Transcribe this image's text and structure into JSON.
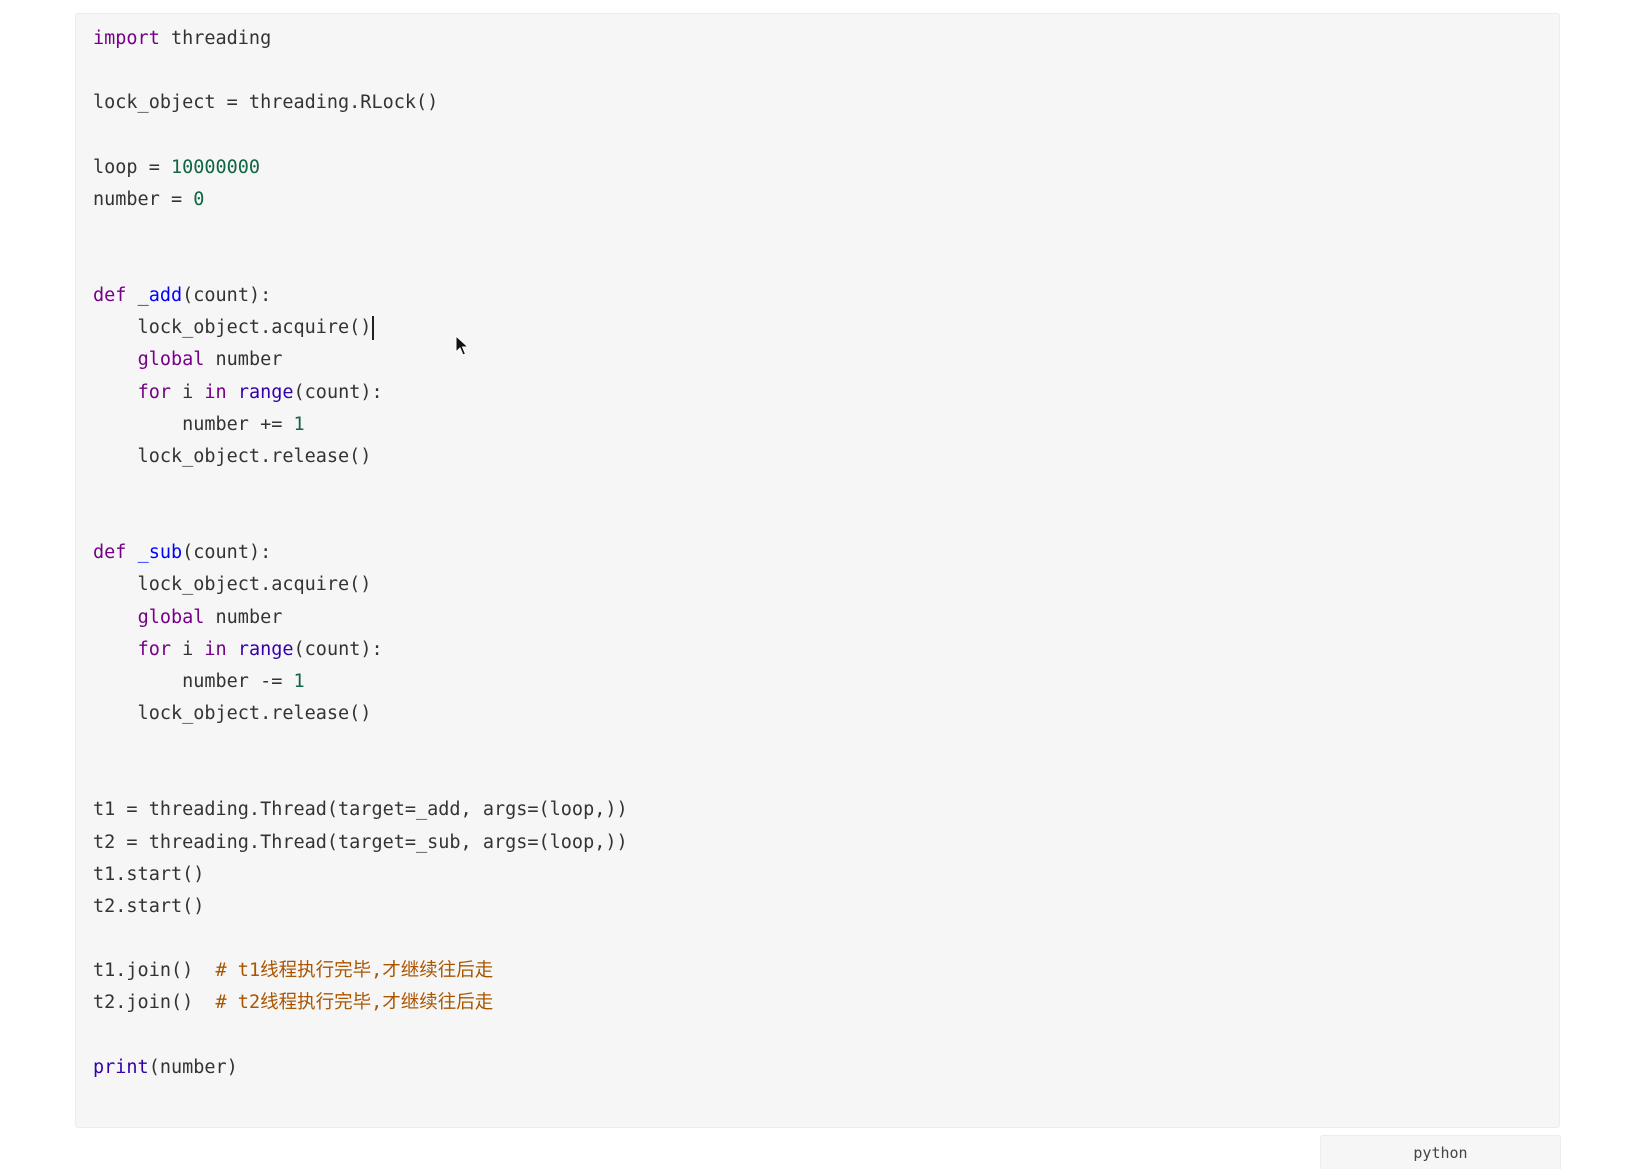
{
  "language": "python",
  "code_lines": [
    [
      {
        "t": "import",
        "c": "keyword"
      },
      {
        "t": " threading",
        "c": "text"
      }
    ],
    [],
    [
      {
        "t": "lock_object = threading.RLock()",
        "c": "text"
      }
    ],
    [],
    [
      {
        "t": "loop = ",
        "c": "text"
      },
      {
        "t": "10000000",
        "c": "number"
      }
    ],
    [
      {
        "t": "number = ",
        "c": "text"
      },
      {
        "t": "0",
        "c": "number"
      }
    ],
    [],
    [],
    [
      {
        "t": "def",
        "c": "keyword"
      },
      {
        "t": " ",
        "c": "text"
      },
      {
        "t": "_add",
        "c": "def"
      },
      {
        "t": "(count):",
        "c": "text"
      }
    ],
    [
      {
        "t": "    lock_object.acquire()",
        "c": "text"
      },
      {
        "t": "",
        "c": "cursor"
      }
    ],
    [
      {
        "t": "    ",
        "c": "text"
      },
      {
        "t": "global",
        "c": "keyword"
      },
      {
        "t": " number",
        "c": "text"
      }
    ],
    [
      {
        "t": "    ",
        "c": "text"
      },
      {
        "t": "for",
        "c": "keyword"
      },
      {
        "t": " i ",
        "c": "text"
      },
      {
        "t": "in",
        "c": "keyword"
      },
      {
        "t": " ",
        "c": "text"
      },
      {
        "t": "range",
        "c": "builtin"
      },
      {
        "t": "(count):",
        "c": "text"
      }
    ],
    [
      {
        "t": "        number += ",
        "c": "text"
      },
      {
        "t": "1",
        "c": "number"
      }
    ],
    [
      {
        "t": "    lock_object.release()",
        "c": "text"
      }
    ],
    [],
    [],
    [
      {
        "t": "def",
        "c": "keyword"
      },
      {
        "t": " ",
        "c": "text"
      },
      {
        "t": "_sub",
        "c": "def"
      },
      {
        "t": "(count):",
        "c": "text"
      }
    ],
    [
      {
        "t": "    lock_object.acquire()",
        "c": "text"
      }
    ],
    [
      {
        "t": "    ",
        "c": "text"
      },
      {
        "t": "global",
        "c": "keyword"
      },
      {
        "t": " number",
        "c": "text"
      }
    ],
    [
      {
        "t": "    ",
        "c": "text"
      },
      {
        "t": "for",
        "c": "keyword"
      },
      {
        "t": " i ",
        "c": "text"
      },
      {
        "t": "in",
        "c": "keyword"
      },
      {
        "t": " ",
        "c": "text"
      },
      {
        "t": "range",
        "c": "builtin"
      },
      {
        "t": "(count):",
        "c": "text"
      }
    ],
    [
      {
        "t": "        number -= ",
        "c": "text"
      },
      {
        "t": "1",
        "c": "number"
      }
    ],
    [
      {
        "t": "    lock_object.release()",
        "c": "text"
      }
    ],
    [],
    [],
    [
      {
        "t": "t1 = threading.Thread(target=_add, args=(loop,))",
        "c": "text"
      }
    ],
    [
      {
        "t": "t2 = threading.Thread(target=_sub, args=(loop,))",
        "c": "text"
      }
    ],
    [
      {
        "t": "t1.start()",
        "c": "text"
      }
    ],
    [
      {
        "t": "t2.start()",
        "c": "text"
      }
    ],
    [],
    [
      {
        "t": "t1.join()  ",
        "c": "text"
      },
      {
        "t": "# t1线程执行完毕,才继续往后走",
        "c": "comment"
      }
    ],
    [
      {
        "t": "t2.join()  ",
        "c": "text"
      },
      {
        "t": "# t2线程执行完毕,才继续往后走",
        "c": "comment"
      }
    ],
    [],
    [
      {
        "t": "print",
        "c": "builtin"
      },
      {
        "t": "(number)",
        "c": "text"
      }
    ]
  ],
  "colors": {
    "keyword": "#770088",
    "def": "#0000ff",
    "builtin": "#3300aa",
    "number": "#116644",
    "comment": "#aa5500",
    "text": "#333333",
    "background": "#f6f6f6"
  },
  "icons": {
    "mouse_pointer": "mouse-pointer-icon"
  }
}
